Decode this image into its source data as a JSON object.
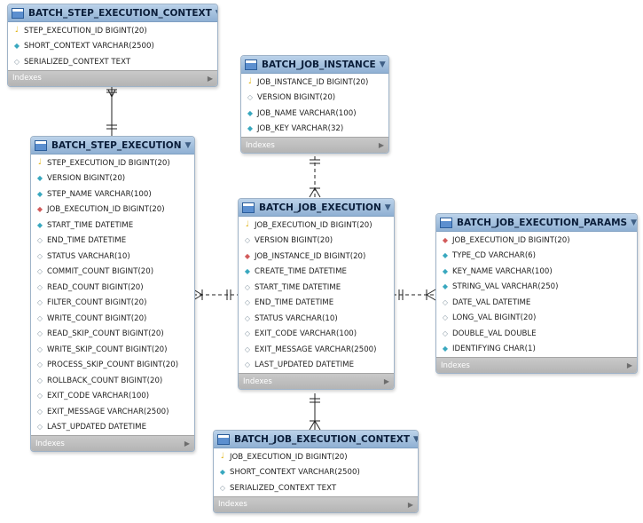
{
  "tables": {
    "step_execution_context": {
      "name": "BATCH_STEP_EXECUTION_CONTEXT",
      "columns": [
        {
          "kind": "pk",
          "text": "STEP_EXECUTION_ID BIGINT(20)"
        },
        {
          "kind": "nn",
          "text": "SHORT_CONTEXT VARCHAR(2500)"
        },
        {
          "kind": "nu",
          "text": "SERIALIZED_CONTEXT TEXT"
        }
      ],
      "indexes": "Indexes"
    },
    "job_instance": {
      "name": "BATCH_JOB_INSTANCE",
      "columns": [
        {
          "kind": "pk",
          "text": "JOB_INSTANCE_ID BIGINT(20)"
        },
        {
          "kind": "nu",
          "text": "VERSION BIGINT(20)"
        },
        {
          "kind": "nn",
          "text": "JOB_NAME VARCHAR(100)"
        },
        {
          "kind": "nn",
          "text": "JOB_KEY VARCHAR(32)"
        }
      ],
      "indexes": "Indexes"
    },
    "step_execution": {
      "name": "BATCH_STEP_EXECUTION",
      "columns": [
        {
          "kind": "pk",
          "text": "STEP_EXECUTION_ID BIGINT(20)"
        },
        {
          "kind": "nn",
          "text": "VERSION BIGINT(20)"
        },
        {
          "kind": "nn",
          "text": "STEP_NAME VARCHAR(100)"
        },
        {
          "kind": "fk",
          "text": "JOB_EXECUTION_ID BIGINT(20)"
        },
        {
          "kind": "nn",
          "text": "START_TIME DATETIME"
        },
        {
          "kind": "nu",
          "text": "END_TIME DATETIME"
        },
        {
          "kind": "nu",
          "text": "STATUS VARCHAR(10)"
        },
        {
          "kind": "nu",
          "text": "COMMIT_COUNT BIGINT(20)"
        },
        {
          "kind": "nu",
          "text": "READ_COUNT BIGINT(20)"
        },
        {
          "kind": "nu",
          "text": "FILTER_COUNT BIGINT(20)"
        },
        {
          "kind": "nu",
          "text": "WRITE_COUNT BIGINT(20)"
        },
        {
          "kind": "nu",
          "text": "READ_SKIP_COUNT BIGINT(20)"
        },
        {
          "kind": "nu",
          "text": "WRITE_SKIP_COUNT BIGINT(20)"
        },
        {
          "kind": "nu",
          "text": "PROCESS_SKIP_COUNT BIGINT(20)"
        },
        {
          "kind": "nu",
          "text": "ROLLBACK_COUNT BIGINT(20)"
        },
        {
          "kind": "nu",
          "text": "EXIT_CODE VARCHAR(100)"
        },
        {
          "kind": "nu",
          "text": "EXIT_MESSAGE VARCHAR(2500)"
        },
        {
          "kind": "nu",
          "text": "LAST_UPDATED DATETIME"
        }
      ],
      "indexes": "Indexes"
    },
    "job_execution": {
      "name": "BATCH_JOB_EXECUTION",
      "columns": [
        {
          "kind": "pk",
          "text": "JOB_EXECUTION_ID BIGINT(20)"
        },
        {
          "kind": "nu",
          "text": "VERSION BIGINT(20)"
        },
        {
          "kind": "fk",
          "text": "JOB_INSTANCE_ID BIGINT(20)"
        },
        {
          "kind": "nn",
          "text": "CREATE_TIME DATETIME"
        },
        {
          "kind": "nu",
          "text": "START_TIME DATETIME"
        },
        {
          "kind": "nu",
          "text": "END_TIME DATETIME"
        },
        {
          "kind": "nu",
          "text": "STATUS VARCHAR(10)"
        },
        {
          "kind": "nu",
          "text": "EXIT_CODE VARCHAR(100)"
        },
        {
          "kind": "nu",
          "text": "EXIT_MESSAGE VARCHAR(2500)"
        },
        {
          "kind": "nu",
          "text": "LAST_UPDATED DATETIME"
        }
      ],
      "indexes": "Indexes"
    },
    "job_execution_params": {
      "name": "BATCH_JOB_EXECUTION_PARAMS",
      "columns": [
        {
          "kind": "fk",
          "text": "JOB_EXECUTION_ID BIGINT(20)"
        },
        {
          "kind": "nn",
          "text": "TYPE_CD VARCHAR(6)"
        },
        {
          "kind": "nn",
          "text": "KEY_NAME VARCHAR(100)"
        },
        {
          "kind": "nn",
          "text": "STRING_VAL VARCHAR(250)"
        },
        {
          "kind": "nu",
          "text": "DATE_VAL DATETIME"
        },
        {
          "kind": "nu",
          "text": "LONG_VAL BIGINT(20)"
        },
        {
          "kind": "nu",
          "text": "DOUBLE_VAL DOUBLE"
        },
        {
          "kind": "nn",
          "text": "IDENTIFYING CHAR(1)"
        }
      ],
      "indexes": "Indexes"
    },
    "job_execution_context": {
      "name": "BATCH_JOB_EXECUTION_CONTEXT",
      "columns": [
        {
          "kind": "pk",
          "text": "JOB_EXECUTION_ID BIGINT(20)"
        },
        {
          "kind": "nn",
          "text": "SHORT_CONTEXT VARCHAR(2500)"
        },
        {
          "kind": "nu",
          "text": "SERIALIZED_CONTEXT TEXT"
        }
      ],
      "indexes": "Indexes"
    }
  },
  "marker_colors": {
    "primary_key": "#e0b417",
    "foreign_key": "#d25b5b",
    "not_null": "#39a8bf",
    "nullable": "#8a9aa6"
  },
  "icons": {
    "table": "table-icon",
    "collapse": "chevron-down-icon",
    "expand_indexes": "chevron-right-icon"
  }
}
